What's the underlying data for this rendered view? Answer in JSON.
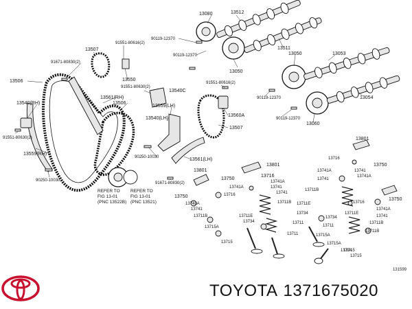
{
  "brand": {
    "name": "TOYOTA",
    "part_number": "1371675020"
  },
  "figure_id": "131599",
  "logo": {
    "name": "toyota-logo",
    "color": "#c8102e"
  },
  "refs": [
    {
      "line1": "REFER TO",
      "line2": "FIG 13-01",
      "line3": "(PNC 13522B)"
    },
    {
      "line1": "REFER TO",
      "line2": "FIG 13-01",
      "line3": "(PNC 13521)"
    }
  ],
  "labels": {
    "l13080": "13080",
    "l13512": "13512",
    "l9011912370a": "90119-12370",
    "l9155180616a": "91551-80616(2)",
    "l13507a": "13507",
    "l9011912370b": "90119-12370",
    "l13050a": "13050",
    "l13511": "13511",
    "l9167180830a": "91671-80830(2)",
    "l13550": "13550",
    "l9155180630": "91551-80630(2)",
    "l13561rh": "13561(RH)",
    "l13506a": "13506",
    "l13540c": "13540C",
    "l13506b": "13506",
    "l13540rh": "13540(RH)",
    "l9155180630b": "91551-80630(2)",
    "l13559rh": "13559(RH)",
    "l9025010030a": "90250-10030",
    "l13540lh": "13540(LH)",
    "l13559lh": "13559(LH)",
    "l9155180616b": "91551-80616(2)",
    "l13560a": "13560A",
    "l13507b": "13507",
    "l13050b": "13050",
    "l13053": "13053",
    "l9011912370c": "90119-12370",
    "l13054": "13054",
    "l9011912370d": "90119-12370",
    "l13060": "13060",
    "l9025010030b": "90250-10030",
    "l13561lh": "13561(LH)",
    "l9167180830b": "91671-80830(2)",
    "l13801a": "13801",
    "l13716a": "13716",
    "l13750a": "13750",
    "l13741aa": "13741A",
    "l13741a1": "13741",
    "l13711ba": "13711B",
    "l13711ea": "13711E",
    "l13734a": "13734",
    "l13711a": "13711",
    "l13715aa": "13715A",
    "l13715a": "13715",
    "l13801b": "13801",
    "l13716b": "13716",
    "l13750b": "13750",
    "l13741ab": "13741A",
    "l13741b1": "13741",
    "l13741ab2": "13741A",
    "l13741b2": "13741",
    "l13711bb": "13711B",
    "l13711eb": "13711E",
    "l13734b": "13734",
    "l13711b": "13711",
    "l13715ab": "13715A",
    "l13715b": "13715",
    "l13801c": "13801",
    "l13716c": "13716",
    "l13750c": "13750",
    "l13741ac": "13741A",
    "l13741c1": "13741",
    "l13711bc": "13711B",
    "l13711ec": "13711E",
    "l13734c": "13734",
    "l13711c": "13711",
    "l13715ac": "13715A",
    "l13715c": "13715",
    "l13741ad": "13741A",
    "l13741c2": "13741",
    "l13711bd": "13711B",
    "l13734d": "13734",
    "l13716d": "13716",
    "l13750d": "13750",
    "l13741ae": "13741A",
    "l13741d1": "13741",
    "l13711be": "13711B"
  }
}
